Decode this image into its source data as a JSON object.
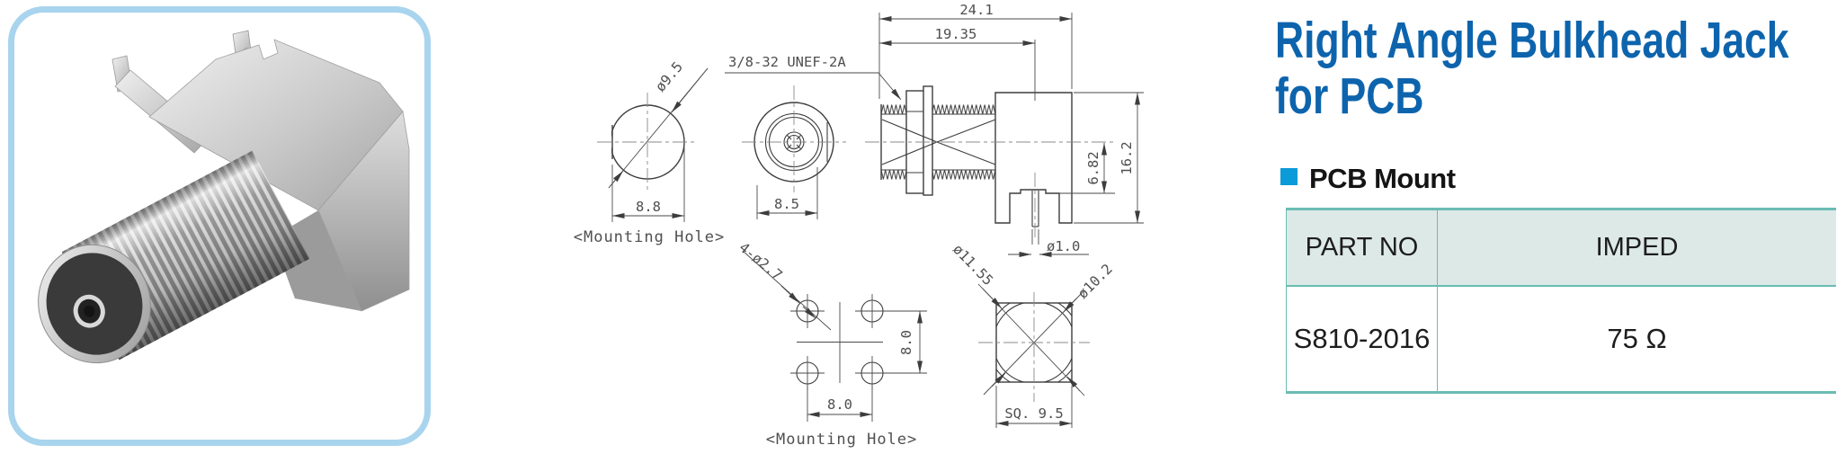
{
  "header": {
    "title_line1": "Right Angle Bulkhead Jack",
    "title_line2": "for PCB",
    "section_label": "PCB Mount"
  },
  "table": {
    "headers": [
      "PART NO",
      "IMPED"
    ],
    "rows": [
      [
        "S810-2016",
        "75 Ω"
      ]
    ]
  },
  "drawing": {
    "mount_hole_front": {
      "dia": "ø9.5",
      "flat_width": "8.8",
      "caption": "<Mounting Hole>"
    },
    "front": {
      "thread": "3/8-32 UNEF-2A",
      "dia": "8.5"
    },
    "side": {
      "total_len": "24.1",
      "pin_len": "19.35",
      "height": "16.2",
      "pin_drop": "6.82",
      "pin_dia": "ø1.0"
    },
    "pcb_holes": {
      "callout": "4-ø2.7",
      "pitch_y": "8.0",
      "pitch_x": "8.0",
      "caption": "<Mounting Hole>"
    },
    "bottom": {
      "dia_corner": "ø11.55",
      "dia_body": "ø10.2",
      "square": "SQ. 9.5"
    }
  },
  "colors": {
    "title_blue": "#0d64ad",
    "bullet_blue": "#0b9bd8",
    "table_border_teal": "#6abcb3",
    "table_header_bg": "#dde9e6",
    "photo_frame_blue": "#a9d4ee",
    "drawing_line_gray": "#3d3d3d"
  }
}
